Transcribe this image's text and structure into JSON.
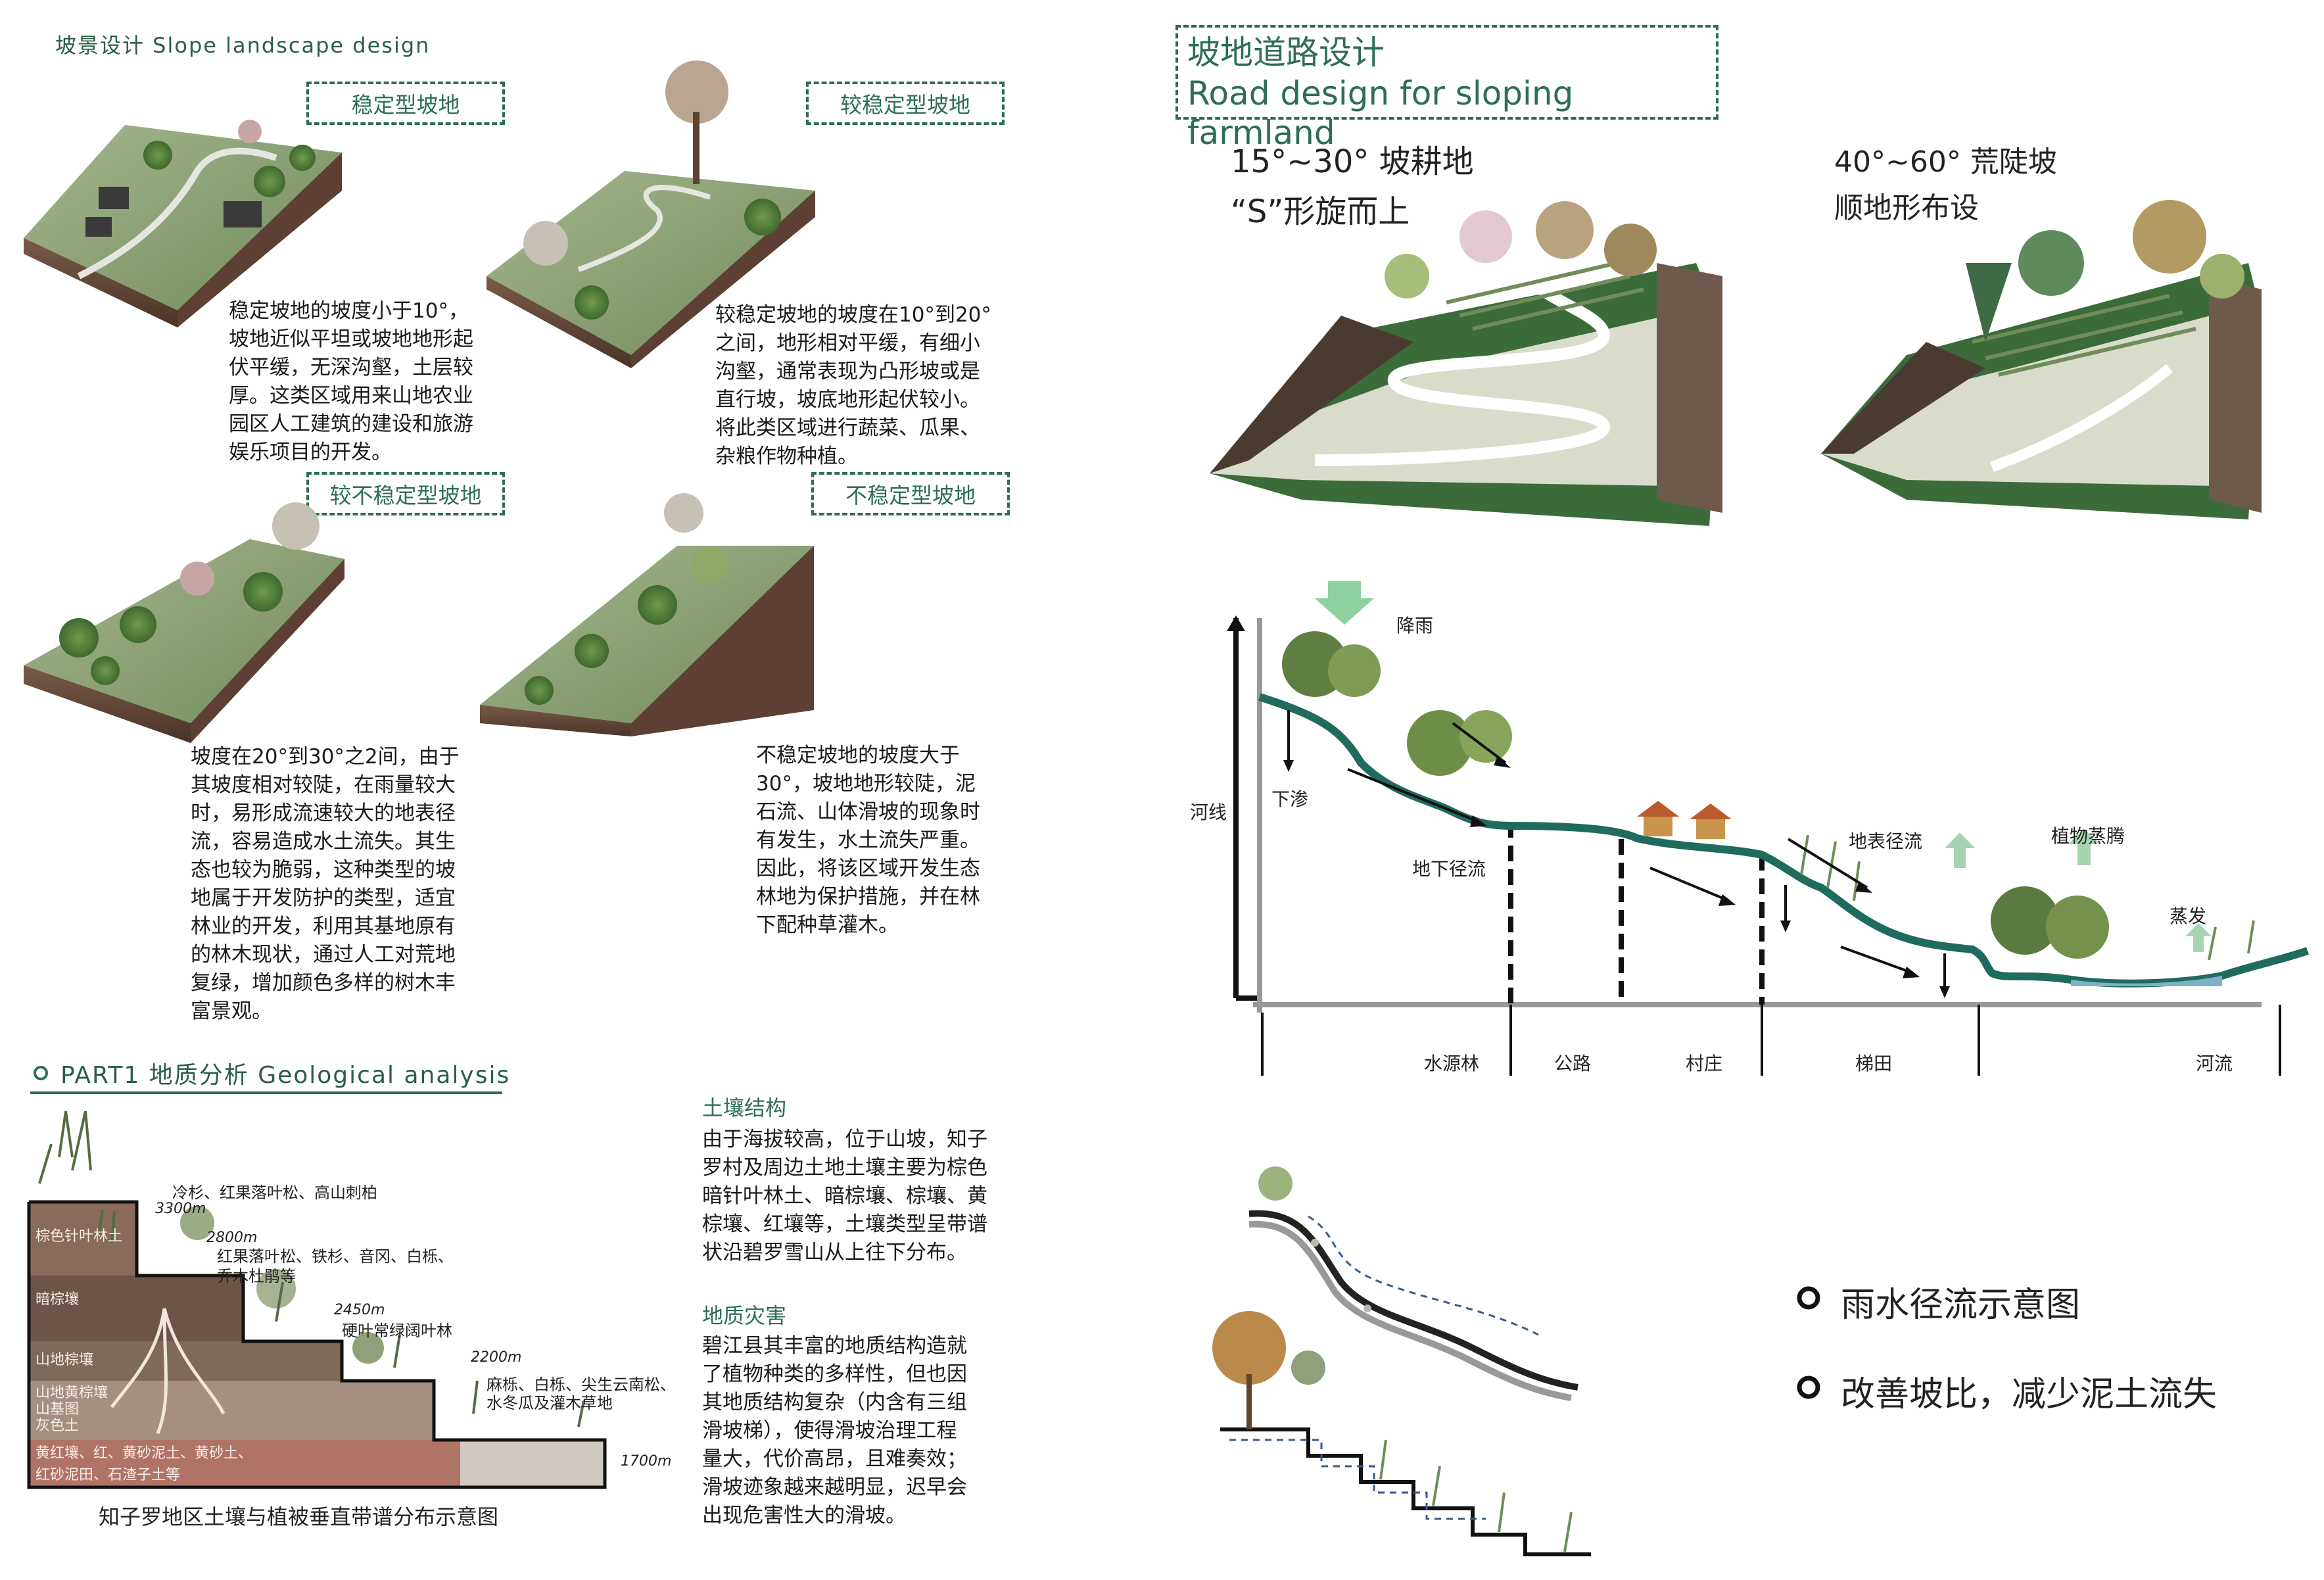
{
  "slope": {
    "heading": "坡景设计 Slope landscape design",
    "stable": {
      "label": "稳定型坡地",
      "text": "稳定坡地的坡度小于10°，\n坡地近似平坦或坡地地形起\n伏平缓，无深沟壑，土层较\n厚。这类区域用来山地农业\n园区人工建筑的建设和旅游\n娱乐项目的开发。"
    },
    "fairly_stable": {
      "label": "较稳定型坡地",
      "text": "较稳定坡地的坡度在10°到20°\n之间，地形相对平缓，有细小\n沟壑，通常表现为凸形坡或是\n直行坡，坡底地形起伏较小。\n将此类区域进行蔬菜、瓜果、\n杂粮作物种植。"
    },
    "less_stable": {
      "label": "较不稳定型坡地",
      "text": "坡度在20°到30°之2间，由于\n其坡度相对较陡，在雨量较大\n时，易形成流速较大的地表径\n流，容易造成水土流失。其生\n态也较为脆弱，这种类型的坡\n地属于开发防护的类型，适宜\n林业的开发，利用其基地原有\n的林木现状，通过人工对荒地\n复绿，增加颜色多样的树木丰\n富景观。"
    },
    "unstable": {
      "label": "不稳定型坡地",
      "text": "不稳定坡地的坡度大于\n30°，坡地地形较陡，泥\n石流、山体滑坡的现象时\n有发生，水土流失严重。\n因此，将该区域开发生态\n林地为保护措施，并在林\n下配种草灌木。"
    }
  },
  "part1": {
    "heading": "PART1 地质分析 Geological analysis",
    "soil_heading": "土壤结构",
    "soil_text": "由于海拔较高，位于山坡，知子\n罗村及周边土地土壤主要为棕色\n暗针叶林土、暗棕壤、棕壤、黄\n棕壤、红壤等，土壤类型呈带谱\n状沿碧罗雪山从上往下分布。",
    "hazard_heading": "地质灾害",
    "hazard_text": "碧江县其丰富的地质结构造就\n了植物种类的多样性，但也因\n其地质结构复杂（内含有三组\n滑坡梯），使得滑坡治理工程\n量大，代价高昂，且难奏效；\n滑坡迹象越来越明显，迟早会\n出现危害性大的滑坡。",
    "diagram": {
      "caption": "知子罗地区土壤与植被垂直带谱分布示意图",
      "soils": [
        "棕色针叶林土",
        "暗棕壤",
        "山地棕壤",
        "山地黄棕壤\n山基图\n灰色土",
        "黄红壤、红、黄砂泥土、黄砂土、\n红砂泥田、石渣子土等"
      ],
      "elevations": [
        "3300m",
        "2800m",
        "2450m",
        "2200m",
        "1700m"
      ],
      "vegetation": [
        "冷杉、红果落叶松、高山刺柏",
        "红果落叶松、铁杉、音冈、白栎、\n乔木杜鹃等",
        "硬叶常绿阔叶林",
        "麻栎、白栎、尖生云南松、\n水冬瓜及灌木草地"
      ]
    }
  },
  "road": {
    "heading_cn": "坡地道路设计",
    "heading_en": "Road design for sloping farmland",
    "left_title": "15°~30° 坡耕地\n“S”形旋而上",
    "right_title": "40°~60° 荒陡坡\n顺地形布设"
  },
  "section": {
    "labels": {
      "rain": "降雨",
      "seep": "下渗",
      "river_line": "河线",
      "underground": "地下径流",
      "surface": "地表径流",
      "transpiration": "植物蒸腾",
      "evaporation": "蒸发"
    },
    "zones": [
      "水源林",
      "公路",
      "村庄",
      "梯田",
      "河流"
    ]
  },
  "legend": {
    "item1": "雨水径流示意图",
    "item2": "改善坡比，减少泥土流失"
  },
  "colors": {
    "accent_green": "#2d6e55",
    "ground_line": "#1f6b5e",
    "arrow_green": "#7fbf8a"
  }
}
